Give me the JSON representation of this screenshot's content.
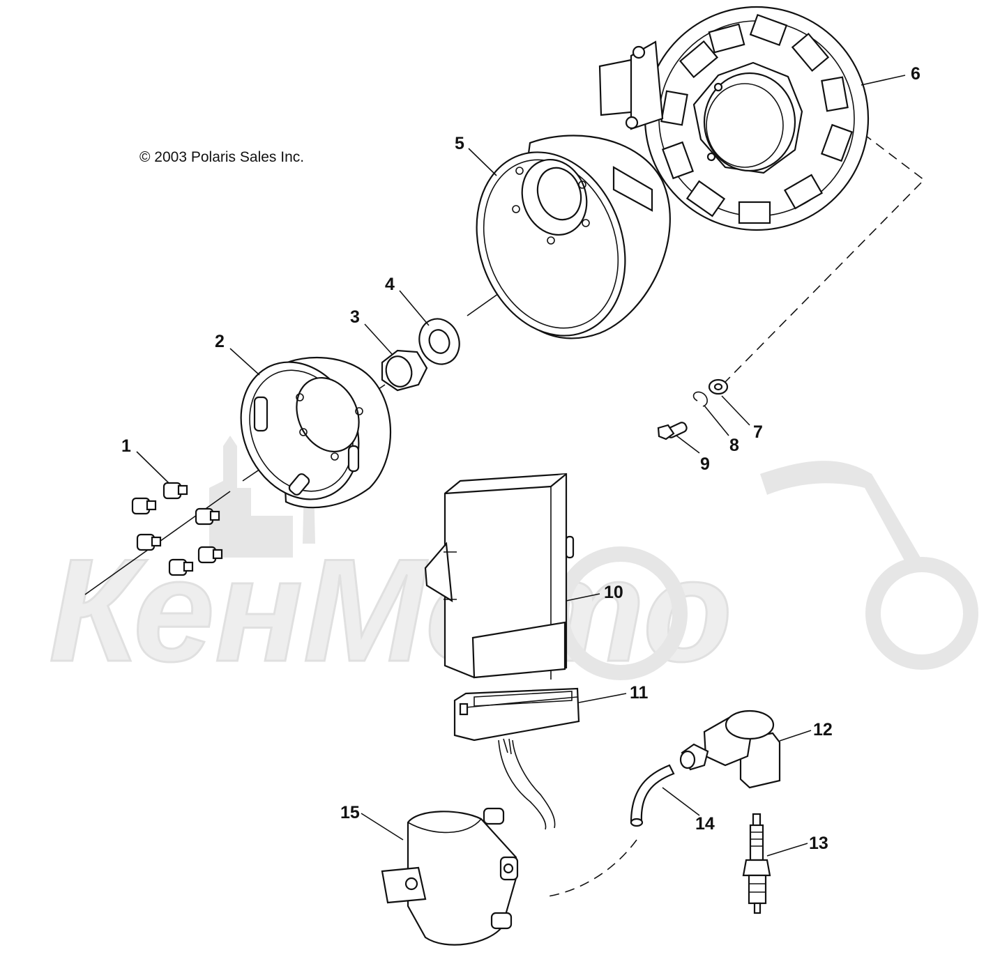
{
  "copyright": "© 2003 Polaris Sales Inc.",
  "watermark": "КенМото",
  "callouts": [
    "1",
    "2",
    "3",
    "4",
    "5",
    "6",
    "7",
    "8",
    "9",
    "10",
    "11",
    "12",
    "13",
    "14",
    "15"
  ],
  "colors": {
    "line": "#111111",
    "watermark": "#e6e6e6",
    "background": "#ffffff"
  }
}
